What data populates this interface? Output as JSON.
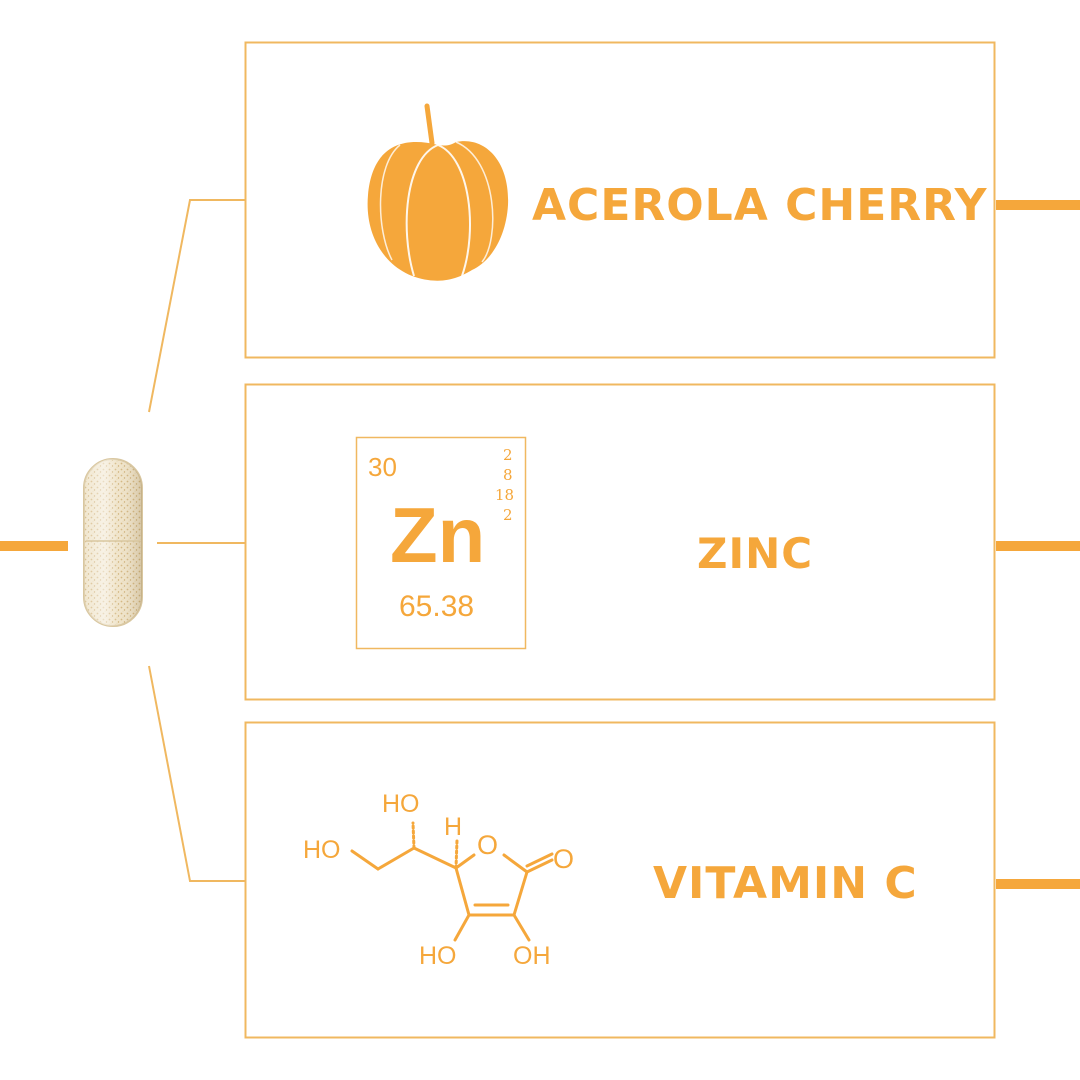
{
  "colors": {
    "accent": "#f5a73b",
    "line": "#f0b860",
    "capsule_fill": "#efe3c8",
    "powder": "#d2b47c"
  },
  "ingredients": [
    {
      "label": "ACEROLA CHERRY",
      "icon": "acerola-cherry-icon"
    },
    {
      "label": "ZINC",
      "icon": "periodic-table-tile"
    },
    {
      "label": "VITAMIN C",
      "icon": "ascorbic-acid-structure"
    }
  ],
  "element": {
    "atomic_number": "30",
    "symbol": "Zn",
    "atomic_mass": "65.38",
    "electron_shells": [
      "2",
      "8",
      "18",
      "2"
    ]
  },
  "molecule": {
    "labels": [
      "HO",
      "HO",
      "H",
      "O",
      "O",
      "HO",
      "OH"
    ]
  }
}
